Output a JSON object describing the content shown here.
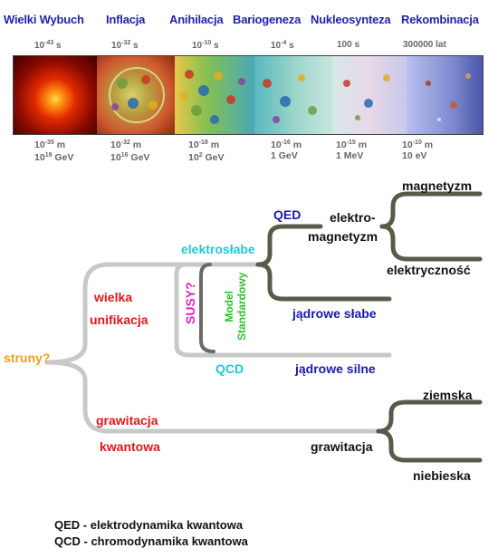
{
  "eras": [
    {
      "name": "Wielki Wybuch",
      "time": "10",
      "time_exp": "-43",
      "time_unit": " s",
      "len": "10",
      "len_exp": "-35",
      "len_unit": " m",
      "en": "10",
      "en_exp": "19",
      "en_unit": " GeV"
    },
    {
      "name": "Inflacja",
      "time": "10",
      "time_exp": "-32",
      "time_unit": " s",
      "len": "10",
      "len_exp": "-32",
      "len_unit": " m",
      "en": "10",
      "en_exp": "16",
      "en_unit": " GeV"
    },
    {
      "name": "Anihilacja",
      "time": "10",
      "time_exp": "-10",
      "time_unit": " s",
      "len": "10",
      "len_exp": "-18",
      "len_unit": " m",
      "en": "10",
      "en_exp": "2",
      "en_unit": " GeV"
    },
    {
      "name": "Bariogeneza",
      "time": "10",
      "time_exp": "-4",
      "time_unit": " s",
      "len": "10",
      "len_exp": "-16",
      "len_unit": " m",
      "en": "1 GeV",
      "en_exp": "",
      "en_unit": ""
    },
    {
      "name": "Nukleosynteza",
      "time": "100 s",
      "time_exp": "",
      "time_unit": "",
      "len": "10",
      "len_exp": "-15",
      "len_unit": " m",
      "en": "1 MeV",
      "en_exp": "",
      "en_unit": ""
    },
    {
      "name": "Rekombinacja",
      "time": "300000 lat",
      "time_exp": "",
      "time_unit": "",
      "len": "10",
      "len_exp": "-10",
      "len_unit": " m",
      "en": "10 eV",
      "en_exp": "",
      "en_unit": ""
    }
  ],
  "tree": {
    "struny": "struny?",
    "wielka": "wielka",
    "unifikacja": "unifikacja",
    "susy": "SUSY?",
    "model": "Model",
    "standardowy": "Standardowy",
    "elektroslabe": "elektrosłabe",
    "qed": "QED",
    "qcd": "QCD",
    "elektro": "elektro-",
    "magnetyzm_mid": "magnetyzm",
    "magnetyzm": "magnetyzm",
    "elektrycznosc": "elektryczność",
    "jadrowe_slabe": "jądrowe słabe",
    "jadrowe_silne": "jądrowe silne",
    "grawitacja_kw": "grawitacja",
    "kwantowa": "kwantowa",
    "grawitacja": "grawitacja",
    "ziemska": "ziemska",
    "niebieska": "niebieska"
  },
  "legend": [
    "QED - elektrodynamika kwantowa",
    "QCD - chromodynamika kwantowa"
  ],
  "colors": {
    "era_title": "#2222aa",
    "line_gray": "#c8c8c8",
    "line_dark": "#5a5a48",
    "line_mid": "#707070"
  }
}
